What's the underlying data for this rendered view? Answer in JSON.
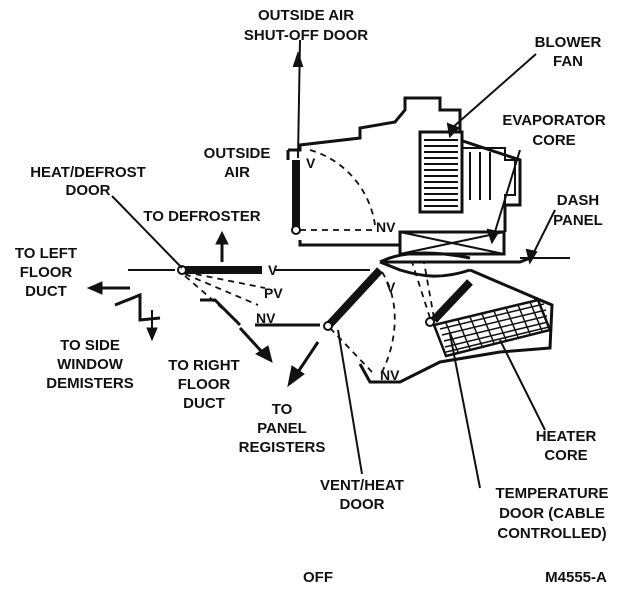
{
  "labels": {
    "outside_air_shutoff_1": "OUTSIDE AIR",
    "outside_air_shutoff_2": "SHUT-OFF DOOR",
    "blower_1": "BLOWER",
    "blower_2": "FAN",
    "evaporator_1": "EVAPORATOR",
    "evaporator_2": "CORE",
    "outside_air_1": "OUTSIDE",
    "outside_air_2": "AIR",
    "heat_defrost_1": "HEAT/DEFROST",
    "heat_defrost_2": "DOOR",
    "to_defroster": "TO DEFROSTER",
    "dash_panel_1": "DASH",
    "dash_panel_2": "PANEL",
    "to_left_floor_1": "TO LEFT",
    "to_left_floor_2": "FLOOR",
    "to_left_floor_3": "DUCT",
    "to_side_window_1": "TO SIDE",
    "to_side_window_2": "WINDOW",
    "to_side_window_3": "DEMISTERS",
    "to_right_floor_1": "TO RIGHT",
    "to_right_floor_2": "FLOOR",
    "to_right_floor_3": "DUCT",
    "to_panel_1": "TO",
    "to_panel_2": "PANEL",
    "to_panel_3": "REGISTERS",
    "vent_heat_1": "VENT/HEAT",
    "vent_heat_2": "DOOR",
    "heater_core_1": "HEATER",
    "heater_core_2": "CORE",
    "temp_door_1": "TEMPERATURE",
    "temp_door_2": "DOOR (CABLE",
    "temp_door_3": "CONTROLLED)",
    "pos_v_outside": "V",
    "pos_nv_outside": "NV",
    "pos_v_defrost": "V",
    "pos_pv": "PV",
    "pos_nv_defrost": "NV",
    "pos_v_vent": "V",
    "pos_nv_vent": "NV"
  },
  "caption": "OFF",
  "figure_id": "M4555-A"
}
